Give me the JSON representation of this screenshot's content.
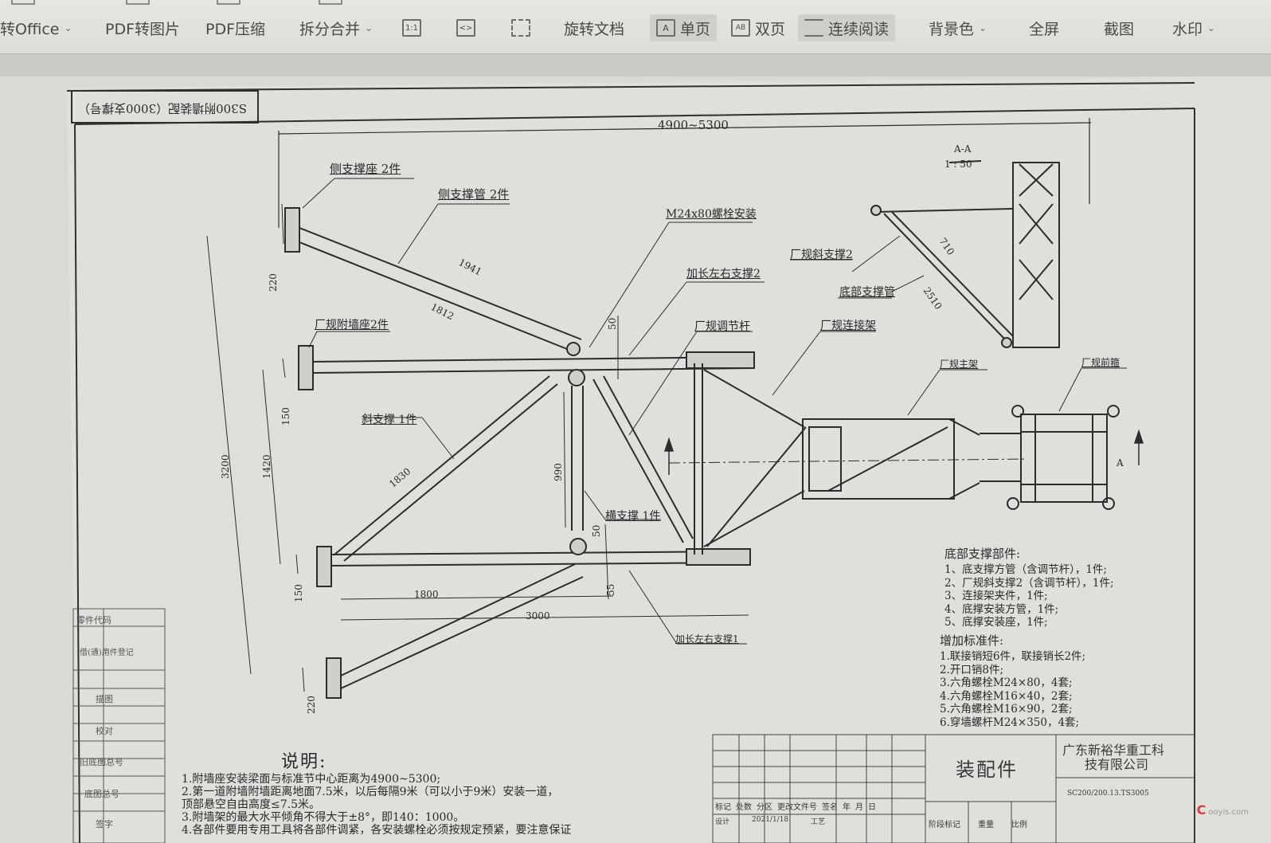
{
  "toolbar": {
    "items": [
      {
        "label": "转Office",
        "icon": "word-icon",
        "caret": "⌄"
      },
      {
        "label": "PDF转图片",
        "icon": "image-icon"
      },
      {
        "label": "PDF压缩",
        "icon": "compress-icon"
      },
      {
        "label": "拆分合并",
        "caret": "⌄"
      },
      {
        "label": "",
        "icon": "actual-size-icon",
        "glyph": "1:1"
      },
      {
        "label": "",
        "icon": "fit-width-icon",
        "glyph": "<>"
      },
      {
        "label": "",
        "icon": "fit-page-icon"
      },
      {
        "label": "旋转文档"
      },
      {
        "label": "单页",
        "icon": "single-page-icon",
        "glyph": "A",
        "active": true
      },
      {
        "label": "双页",
        "icon": "double-page-icon",
        "glyph": "AB"
      },
      {
        "label": "连续阅读",
        "icon": "continuous-read-icon",
        "active": true
      },
      {
        "label": "背景色",
        "caret": "⌄"
      },
      {
        "label": "全屏"
      },
      {
        "label": "截图"
      },
      {
        "label": "水印",
        "caret": "⌄"
      }
    ]
  },
  "drawing": {
    "title_block_top": "S300附墙装配（3000支撑号）",
    "labels": {
      "overall_dim": "4900~5300",
      "side_seat": "侧支撑座 2件",
      "side_tube": "侧支撑管 2件",
      "bolt": "M24x80螺栓安装",
      "ext_brace2": "加长左右支撑2",
      "std_wall_seat": "厂规附墙座2件",
      "std_adjuster": "厂规调节杆",
      "std_connector": "厂规连接架",
      "std_main_frame": "厂规主架",
      "std_front_clamp": "厂规前箍",
      "diag_brace": "斜支撑 1件",
      "cross_brace": "横支撑 1件",
      "ext_brace1": "加长左右支撑1",
      "std_diag_brace2": "厂规斜支撑2",
      "bottom_tube": "底部支撑管",
      "section_title": "A-A",
      "section_scale": "1 : 50",
      "section_mark": "A",
      "dim_1941": "1941",
      "dim_1812": "1812",
      "dim_220a": "220",
      "dim_220b": "220",
      "dim_3200": "3200",
      "dim_1420": "1420",
      "dim_150a": "150",
      "dim_150b": "150",
      "dim_1830": "1830",
      "dim_990": "990",
      "dim_50a": "50",
      "dim_50b": "50",
      "dim_55": "55",
      "dim_1800": "1800",
      "dim_3000": "3000",
      "dim_710": "710",
      "dim_2510": "2510"
    },
    "bottom_parts": {
      "heading": "底部支撑部件:",
      "lines": [
        "1、底支撑方管（含调节杆），1件;",
        "2、厂规斜支撑2（含调节杆），1件;",
        "3、连接架夹件，1件;",
        "4、底撑安装方管，1件;",
        "5、底撑安装座，1件;"
      ]
    },
    "std_parts": {
      "heading": "增加标准件:",
      "lines": [
        "1.联接销短6件，联接销长2件;",
        "2.开口销8件;",
        "3.六角螺栓M24×80，4套;",
        "4.六角螺栓M16×40，2套;",
        "5.六角螺栓M16×90，2套;",
        "6.穿墙螺杆M24×350，4套;"
      ]
    },
    "description": {
      "title": "说明:",
      "lines": [
        "1.附墙座安装梁面与标准节中心距离为4900~5300;",
        "2.第一道附墙附墙距离地面7.5米，以后每隔9米（可以小于9米）安装一道，",
        "   顶部悬空自由高度≤7.5米。",
        "3.附墙架的最大水平倾角不得大于±8°，即140：1000。",
        "4.各部件要用专用工具将各部件调紧，各安装螺栓必须按规定预紧，要注意保证"
      ]
    },
    "title_block": {
      "name": "装配件",
      "company_l1": "广东新裕华重工科",
      "company_l2": "技有限公司",
      "code": "SC200/200.13.TS3005",
      "row_labels": [
        "标记",
        "处数",
        "分区",
        "更改文件号",
        "签名",
        "年",
        "月",
        "日"
      ],
      "row2": [
        "设计",
        "2021/1/18",
        "工艺"
      ],
      "stage_labels": [
        "阶段标记",
        "重量",
        "比例"
      ]
    },
    "side_block": [
      "零件代码",
      "借(通)用件登记",
      "描图",
      "校对",
      "旧底图总号",
      "底图总号",
      "签字"
    ],
    "watermark": "ooyis.com"
  },
  "colors": {
    "line": "#2c2c2c",
    "paper": "#dcdcd8",
    "toolbar": "#e2e2df"
  }
}
